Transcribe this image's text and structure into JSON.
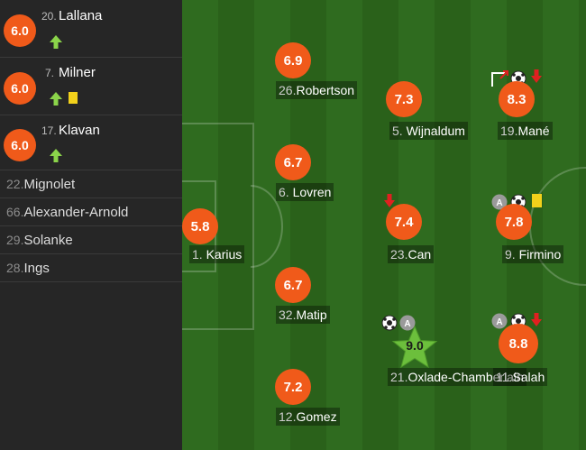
{
  "subs": [
    {
      "number": "20.",
      "name": "Lallana",
      "rating": "6.0",
      "events": [
        "sub-in"
      ]
    },
    {
      "number": "7.",
      "name": "Milner",
      "rating": "6.0",
      "events": [
        "sub-in",
        "yellow-card"
      ]
    },
    {
      "number": "17.",
      "name": "Klavan",
      "rating": "6.0",
      "events": [
        "sub-in"
      ]
    }
  ],
  "bench": [
    {
      "number": "22.",
      "name": "Mignolet"
    },
    {
      "number": "66.",
      "name": "Alexander-Arnold"
    },
    {
      "number": "29.",
      "name": "Solanke"
    },
    {
      "number": "28.",
      "name": "Ings"
    }
  ],
  "players": [
    {
      "number": "1.",
      "name": "Karius",
      "rating": "5.8"
    },
    {
      "number": "26.",
      "name": "Robertson",
      "rating": "6.9"
    },
    {
      "number": "6.",
      "name": "Lovren",
      "rating": "6.7"
    },
    {
      "number": "32.",
      "name": "Matip",
      "rating": "6.7"
    },
    {
      "number": "12.",
      "name": "Gomez",
      "rating": "7.2"
    },
    {
      "number": "5.",
      "name": "Wijnaldum",
      "rating": "7.3"
    },
    {
      "number": "23.",
      "name": "Can",
      "rating": "7.4",
      "events": [
        "sub-out"
      ]
    },
    {
      "number": "21.",
      "name": "Oxlade-Chamberlain",
      "rating": "9.0",
      "star": true,
      "events": [
        "goal",
        "assist"
      ]
    },
    {
      "number": "19.",
      "name": "Mané",
      "rating": "8.3",
      "events": [
        "missed-chance",
        "goal",
        "sub-out"
      ]
    },
    {
      "number": "9.",
      "name": "Firmino",
      "rating": "7.8",
      "events": [
        "assist",
        "goal",
        "yellow-card"
      ]
    },
    {
      "number": "11.",
      "name": "Salah",
      "rating": "8.8",
      "events": [
        "assist",
        "goal",
        "sub-out"
      ]
    }
  ],
  "colors": {
    "rating": "#f05a1a",
    "star": "#6cbf3c",
    "yellow": "#f2d11b",
    "sub_in": "#8bd44a",
    "sub_out": "#e02020"
  }
}
